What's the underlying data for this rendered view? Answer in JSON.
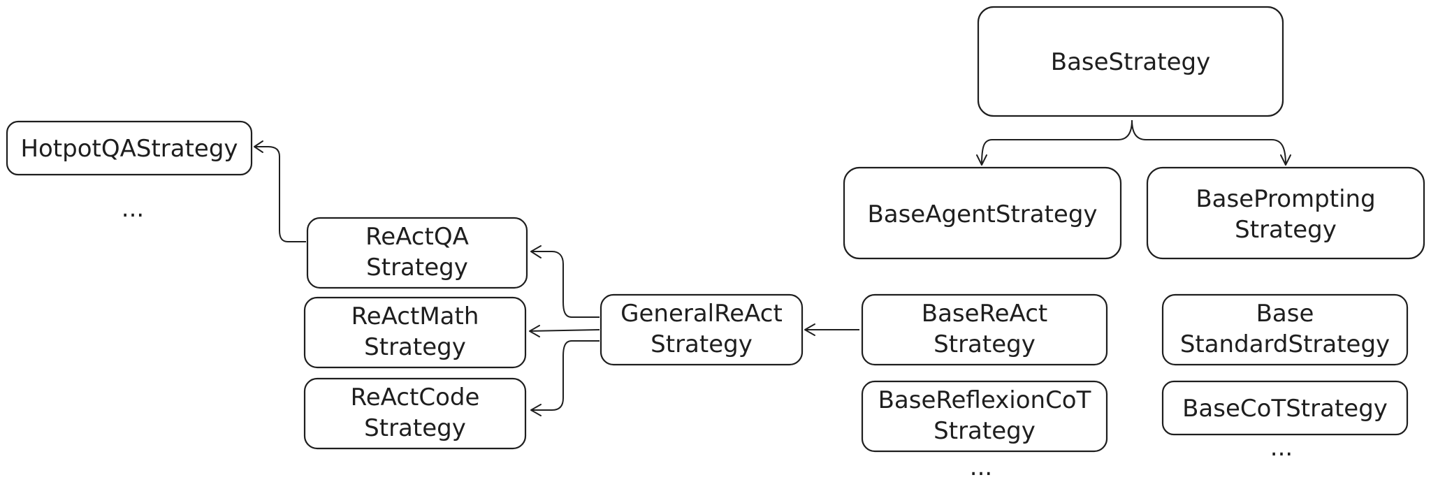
{
  "nodes": {
    "base_strategy": {
      "line1": "BaseStrategy"
    },
    "base_agent_strategy": {
      "line1": "BaseAgentStrategy"
    },
    "base_prompting_strategy": {
      "line1": "BasePrompting",
      "line2": "Strategy"
    },
    "base_react_strategy": {
      "line1": "BaseReAct",
      "line2": "Strategy"
    },
    "base_reflexion_cot_strategy": {
      "line1": "BaseReflexionCoT",
      "line2": "Strategy"
    },
    "base_standard_strategy": {
      "line1": "Base",
      "line2": "StandardStrategy"
    },
    "base_cot_strategy": {
      "line1": "BaseCoTStrategy"
    },
    "general_react_strategy": {
      "line1": "GeneralReAct",
      "line2": "Strategy"
    },
    "react_qa_strategy": {
      "line1": "ReActQA",
      "line2": "Strategy"
    },
    "react_math_strategy": {
      "line1": "ReActMath",
      "line2": "Strategy"
    },
    "react_code_strategy": {
      "line1": "ReActCode",
      "line2": "Strategy"
    },
    "hotpotqa_strategy": {
      "line1": "HotpotQAStrategy"
    }
  },
  "ellipses": {
    "hotpotqa": "...",
    "agent": "...",
    "prompting": "..."
  },
  "colors": {
    "stroke": "#1e1e1e",
    "fill": "#ffffff"
  }
}
